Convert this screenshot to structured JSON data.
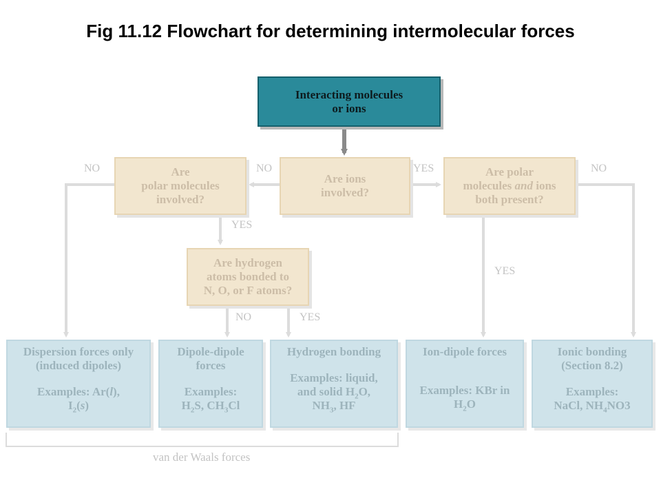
{
  "title": "Fig 11.12 Flowchart for determining intermolecular forces",
  "start": [
    "Interacting molecules",
    "or ions"
  ],
  "q_ions": [
    "Are ions",
    "involved?"
  ],
  "q_polar": [
    "Are",
    "polar molecules",
    "involved?"
  ],
  "q_polar_ions": [
    "Are polar",
    "molecules and ions",
    "both present?"
  ],
  "q_hydrogen": [
    "Are hydrogen",
    "atoms bonded to",
    "N, O, or F atoms?"
  ],
  "labels": {
    "no_left": "NO",
    "no_mid": "NO",
    "yes_ions": "YES",
    "no_right": "NO",
    "yes_polar": "YES",
    "yes_right": "YES",
    "no_h": "NO",
    "yes_h": "YES"
  },
  "outcomes": {
    "dispersion": {
      "name": [
        "Dispersion forces only",
        "(induced dipoles)"
      ],
      "examples": [
        "Examples: Ar(l),",
        "I2(s)"
      ]
    },
    "dipole": {
      "name": [
        "Dipole-dipole",
        "forces"
      ],
      "examples": [
        "Examples:",
        "H2S, CH3Cl"
      ]
    },
    "hbond": {
      "name": [
        "Hydrogen bonding"
      ],
      "examples": [
        "Examples: liquid,",
        "and solid H2O,",
        "NH3, HF"
      ]
    },
    "ion_dipole": {
      "name": [
        "Ion-dipole forces"
      ],
      "examples": [
        "Examples: KBr in",
        "H2O"
      ]
    },
    "ionic": {
      "name": [
        "Ionic bonding",
        "(Section 8.2)"
      ],
      "examples": [
        "Examples:",
        "NaCl, NH4NO3"
      ]
    }
  },
  "brace_label": "van der Waals forces",
  "colors": {
    "start": "#2a8a9a",
    "question": "#f2e6cf",
    "outcome": "#cfe3ea",
    "arrow": "#dcdcdc",
    "main_arrow": "#8a8a8a"
  }
}
